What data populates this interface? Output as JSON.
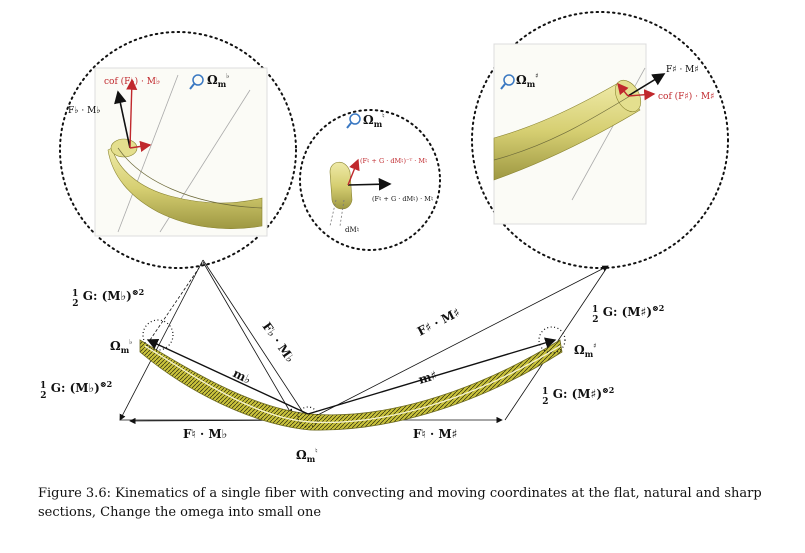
{
  "figure": {
    "caption_prefix": "Figure 3.6:",
    "caption_text": "Kinematics of a single fiber with convecting and moving coordinates at the flat, natural and sharp sections, Change the omega into small one"
  },
  "zoom_views": {
    "flat": {
      "omega": "Ω",
      "omega_sub": "m",
      "omega_sup": "♭",
      "vec_black": "F♭ · M♭",
      "vec_red": "cof (F♭) · M♭"
    },
    "natural": {
      "omega": "Ω",
      "omega_sub": "m",
      "omega_sup": "♮",
      "vec_red": "(F♮ + G · dM♮)⁻ᵀ · M♮",
      "vec_black": "(F♮ + G · dM♮) · M♮",
      "dm": "dM♮"
    },
    "sharp": {
      "omega": "Ω",
      "omega_sub": "m",
      "omega_sup": "♯",
      "vec_black": "F♯ · M♯",
      "vec_red": "cof (F♯) · M♯"
    }
  },
  "main_view": {
    "half_g_flat_top": "½G: (M♭)⊗2",
    "half_g_flat_bottom": "½G: (M♭)⊗2",
    "half_g_sharp_top": "½G: (M♯)⊗2",
    "half_g_sharp_bottom": "½G: (M♯)⊗2",
    "omega_left": "Ωm♭",
    "omega_right": "Ωm♯",
    "omega_bottom": "Ωm♮",
    "f_flat_m_flat": "F♭ · M♭",
    "f_sharp_m_sharp": "F♯ · M♯",
    "m_flat": "m♭",
    "m_sharp": "m♯",
    "f_nat_m_flat": "F♮ · M♭",
    "f_nat_m_sharp": "F♮ · M♯"
  },
  "colors": {
    "fiber_fill": "#d8d27a",
    "fiber_dark": "#9a9440",
    "red_vector": "#c0282d",
    "magnifier": "#3a78c2"
  }
}
